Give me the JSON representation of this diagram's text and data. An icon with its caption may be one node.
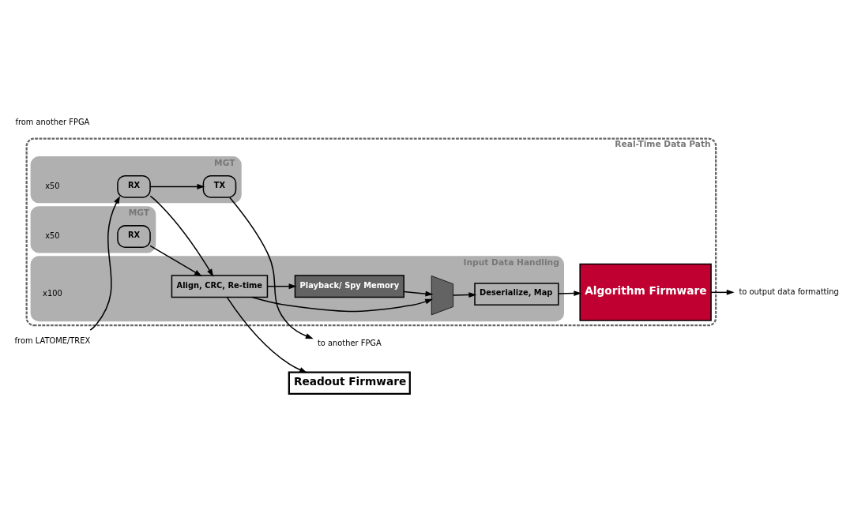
{
  "diagram": {
    "nodes": [
      {
        "text": [
          "Real-Time Data Path"
        ]
      },
      {
        "text": [
          "MGT"
        ],
        "in": 0,
        "beside": [
          "x50"
        ]
      },
      {
        "text": [
          "RX"
        ],
        "in": 1
      },
      {
        "text": [
          "TX"
        ],
        "in": 1
      },
      {
        "text": [
          "MGT"
        ],
        "in": 0,
        "beside": [
          "x50"
        ]
      },
      {
        "text": [
          "RX"
        ],
        "in": 4
      },
      {
        "text": [
          "Input Data Handling"
        ],
        "in": 0,
        "beside": [
          "x100"
        ]
      },
      {
        "text": [
          "Align, CRC, Re-time"
        ],
        "in": 6
      },
      {
        "text": [],
        "shape": "trapezoid",
        "in": 6
      },
      {
        "text": [
          "Deserialize, Map"
        ],
        "in": 6
      },
      {
        "text": [
          "Playback/ Spy Memory"
        ],
        "in": 6
      },
      {
        "text": [
          "Algorithm Firmware"
        ],
        "in": 0
      },
      {
        "text": [
          "Readout Firmware"
        ]
      },
      {
        "text": [
          "from LATOME/TREX"
        ]
      },
      {
        "text": [
          "to another FPGA"
        ]
      },
      {
        "text": [
          "from another FPGA"
        ]
      },
      {
        "text": [
          "to output data formatting"
        ]
      }
    ],
    "edges": [
      {
        "from": 13,
        "to": 2,
        "arrow": "to"
      },
      {
        "from": 2,
        "to": 3,
        "arrow": "to"
      },
      {
        "from": 3,
        "to": 14,
        "arrow": "to"
      },
      {
        "from": 2,
        "to": 7,
        "arrow": "to"
      },
      {
        "from": 5,
        "to": 7,
        "arrow": "to"
      },
      {
        "from": 7,
        "to": 8,
        "arrow": "to"
      },
      {
        "from": 7,
        "to": 10,
        "arrow": "to"
      },
      {
        "from": 7,
        "to": 12,
        "arrow": "to"
      },
      {
        "from": 10,
        "to": 8,
        "arrow": "to"
      },
      {
        "from": 8,
        "to": 9,
        "arrow": "to"
      },
      {
        "from": 9,
        "to": 11,
        "arrow": "to"
      },
      {
        "from": 11,
        "to": 16,
        "arrow": "to"
      }
    ]
  }
}
